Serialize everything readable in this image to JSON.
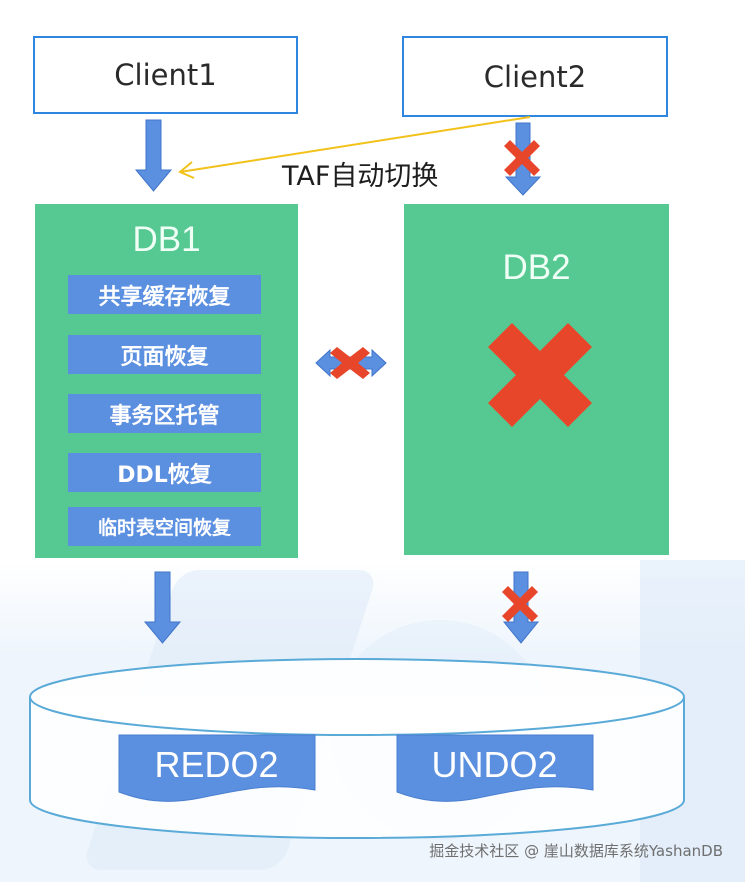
{
  "clients": [
    {
      "label": "Client1"
    },
    {
      "label": "Client2"
    }
  ],
  "failover": {
    "label": "TAF自动切换"
  },
  "db1": {
    "title": "DB1",
    "tasks": [
      "共享缓存恢复",
      "页面恢复",
      "事务区托管",
      "DDL恢复",
      "临时表空间恢复"
    ]
  },
  "db2": {
    "title": "DB2",
    "status": "failed"
  },
  "storage": {
    "files": [
      "REDO2",
      "UNDO2"
    ]
  },
  "watermark": "掘金技术社区 @ 崖山数据库系统YashanDB",
  "colors": {
    "client_border": "#2f86e0",
    "db_green": "#56c992",
    "task_blue": "#5b8fdf",
    "arrow_blue": "#5b8fdf",
    "fail_red": "#e8462a",
    "taf_line": "#f2c21b",
    "cylinder_stroke": "#5aaad8"
  }
}
